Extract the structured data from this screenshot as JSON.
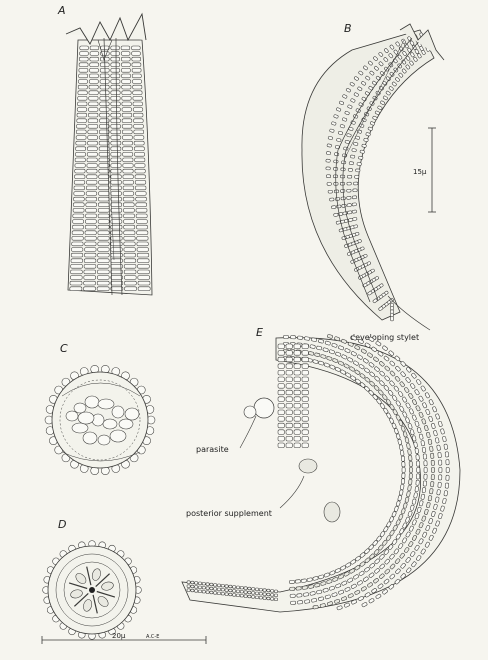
{
  "panels": {
    "a": "A",
    "b": "B",
    "c": "C",
    "d": "D",
    "e": "E"
  },
  "annotations": {
    "developing_stylet": "developing stylet",
    "parasite": "parasite",
    "posterior_supplement": "posterior supplement",
    "scale_b": "15μ",
    "scale_d": "20μ",
    "scale_tag": "A.C-E"
  },
  "colors": {
    "ink": "#3a3a38",
    "paper": "#f6f5ef",
    "shade": "#e9e9e1"
  }
}
